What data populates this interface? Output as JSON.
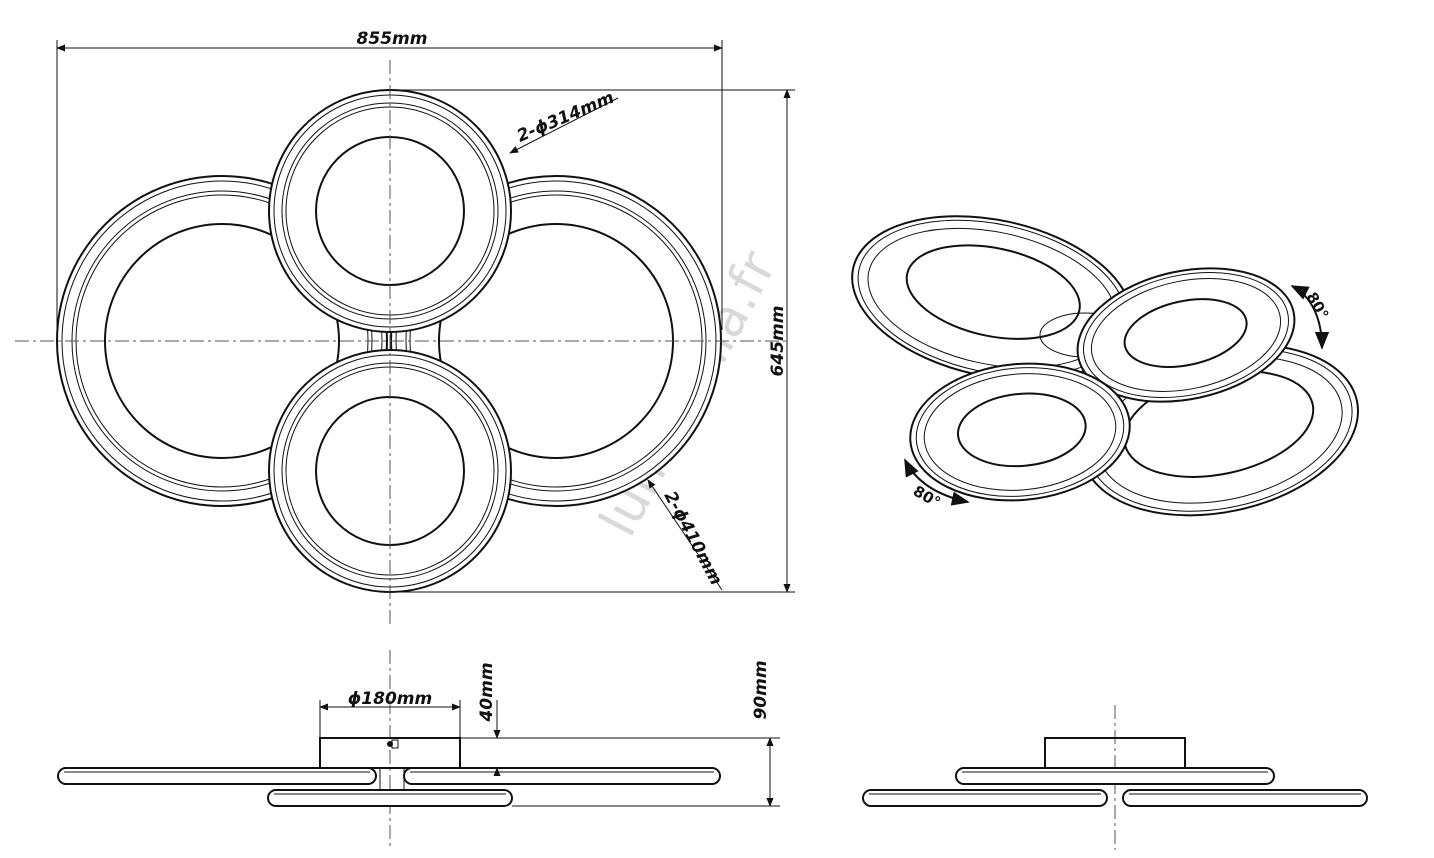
{
  "dimensions": {
    "width": "855mm",
    "height": "645mm",
    "small_rings": "2-ϕ314mm",
    "large_rings": "2-ϕ410mm",
    "base_diameter": "ϕ180mm",
    "base_height": "40mm",
    "total_height": "90mm"
  },
  "rotation": {
    "angle_top": "80°",
    "angle_bottom": "80°"
  },
  "watermark": "luminania.fr"
}
